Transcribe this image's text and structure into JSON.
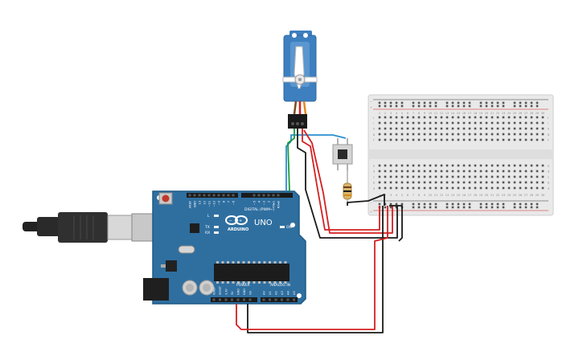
{
  "arduino": {
    "logo_text": "ARDUINO",
    "model": "UNO",
    "digital_label": "DIGITAL (PWM~)",
    "power_label": "POWER",
    "analog_label": "ANALOG IN",
    "l_label": "L",
    "tx_label": "TX",
    "rx_label": "RX",
    "on_label": "ON",
    "digital_pins": [
      "AREF",
      "GND",
      "13",
      "12",
      "~11",
      "~10",
      "~9",
      "8",
      "7",
      "~6",
      "~5",
      "4",
      "~3",
      "2",
      "TX▸1",
      "RX◂0"
    ],
    "power_pins": [
      "IOREF",
      "RESET",
      "3.3V",
      "5V",
      "GND",
      "GND",
      "Vin"
    ],
    "analog_pins": [
      "A0",
      "A1",
      "A2",
      "A3",
      "A4",
      "A5"
    ]
  },
  "breadboard": {
    "columns": 30,
    "row_letters_top": [
      "j",
      "i",
      "h",
      "g",
      "f"
    ],
    "row_letters_bottom": [
      "e",
      "d",
      "c",
      "b",
      "a"
    ],
    "rail_minus": "−",
    "rail_plus": "+"
  },
  "colors": {
    "board": "#2f6fa0",
    "board_edge": "#1f5a86",
    "wire_red": "#d42020",
    "wire_black": "#1a1a1a",
    "wire_green": "#1a9a3a",
    "wire_blue": "#2a8fd0",
    "servo_body": "#3d7fbf"
  }
}
